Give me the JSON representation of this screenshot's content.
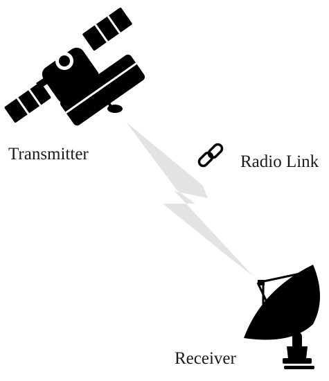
{
  "nodes": {
    "transmitter": {
      "label": "Transmitter",
      "icon": "satellite-icon"
    },
    "receiver": {
      "label": "Receiver",
      "icon": "satellite-dish-icon"
    }
  },
  "link": {
    "label": "Radio Link",
    "icon": "chain-link-icon",
    "beam_icon": "lightning-bolt-icon"
  },
  "colors": {
    "ink": "#000000",
    "beam": "#e3e3e3",
    "text": "#1a1a1a"
  }
}
